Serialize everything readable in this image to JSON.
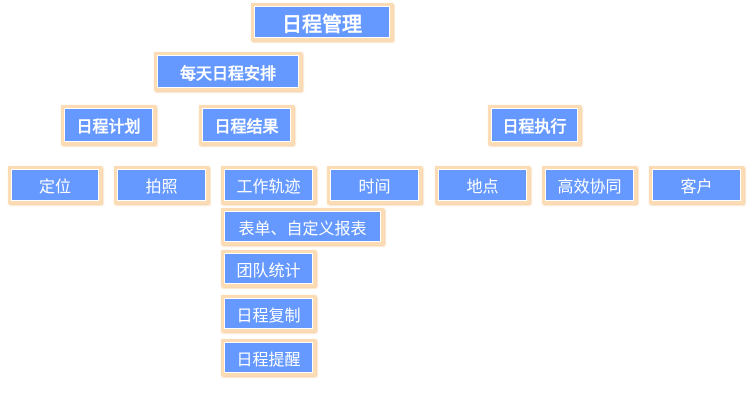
{
  "root": "日程管理",
  "level1": "每天日程安排",
  "level2": {
    "plan": "日程计划",
    "result": "日程结果",
    "execute": "日程执行"
  },
  "plan_children": [
    "定位",
    "拍照"
  ],
  "result_children": [
    "工作轨迹",
    "时间",
    "表单、自定义报表",
    "团队统计",
    "日程复制",
    "日程提醒"
  ],
  "execute_children": [
    "地点",
    "高效协同",
    "客户"
  ],
  "colors": {
    "node_fill": "#6699ff",
    "node_border": "#fcdcb4",
    "text": "#ffffff"
  }
}
